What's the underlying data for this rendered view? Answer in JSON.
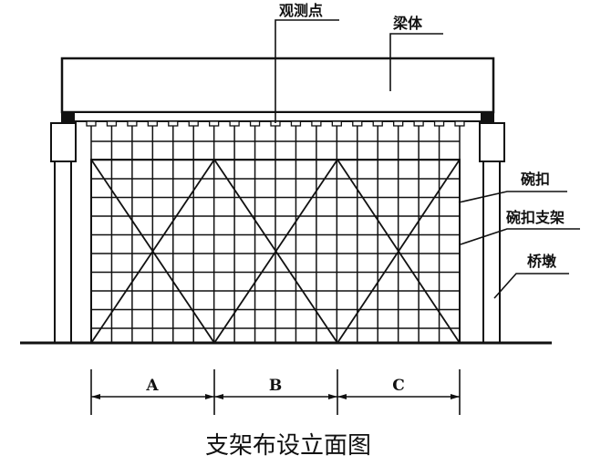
{
  "labels": {
    "observation_point": "观测点",
    "beam": "梁体",
    "bowl_buckle": "碗扣",
    "bowl_buckle_support": "碗扣支架",
    "pier": "桥墩"
  },
  "spans": [
    "A",
    "B",
    "C"
  ],
  "caption": "支架布设立面图",
  "colors": {
    "line": "#111111",
    "background": "#ffffff"
  }
}
